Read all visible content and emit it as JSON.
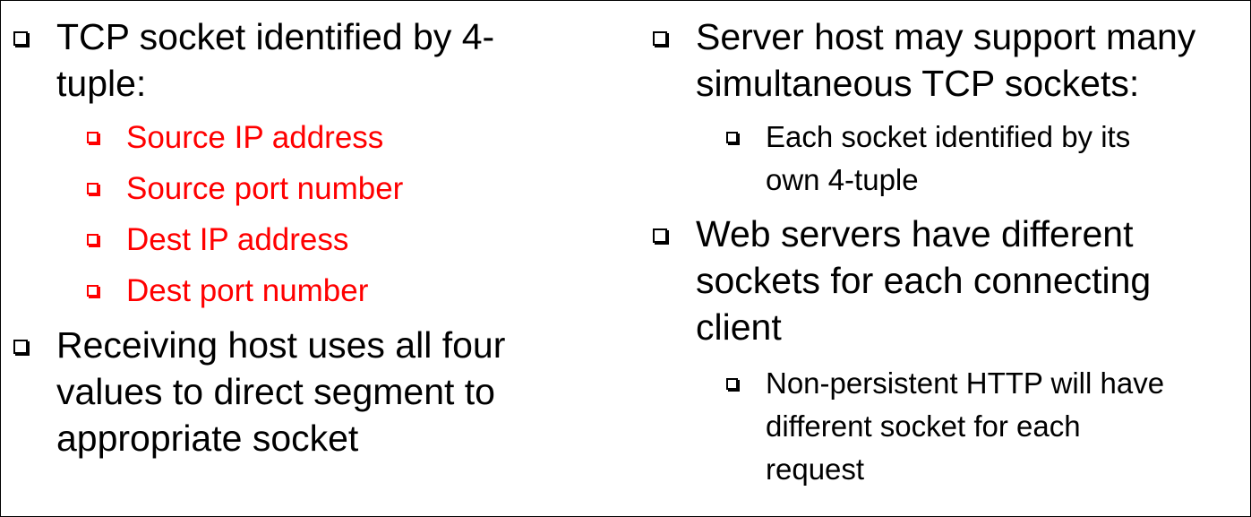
{
  "left": {
    "point1_lines": [
      "TCP socket identified by 4-",
      "tuple:"
    ],
    "sub_items": [
      "Source IP address",
      "Source port number",
      "Dest IP address",
      "Dest port number"
    ],
    "point2_lines": [
      "Receiving host uses all four",
      "values to direct segment to",
      "appropriate socket"
    ]
  },
  "right": {
    "point1_lines": [
      "Server host may support many",
      "simultaneous TCP sockets:"
    ],
    "point1_sub_lines": [
      "Each socket identified by its",
      "own 4-tuple"
    ],
    "point2_lines": [
      "Web servers have different",
      "sockets for each connecting",
      "client"
    ],
    "point2_sub_lines": [
      "Non-persistent HTTP will have",
      "different socket for each",
      "request"
    ]
  },
  "colors": {
    "text": "#000000",
    "highlight": "#ff0000",
    "border": "#000000"
  }
}
